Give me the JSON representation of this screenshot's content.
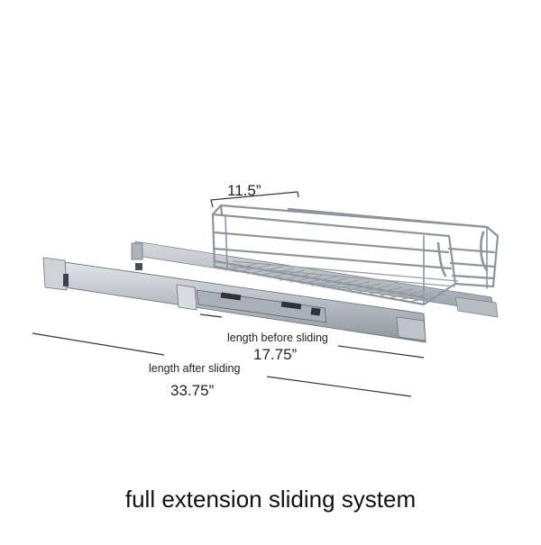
{
  "product": {
    "width_dim": "11.5”",
    "length_before_label": "length before sliding",
    "length_before_value": "17.75”",
    "length_after_label": "length after sliding",
    "length_after_value": "33.75”",
    "caption": "full extension sliding system"
  },
  "colors": {
    "background": "#ffffff",
    "chrome": "#9aa0a8",
    "rail_metal": "#c7ccd2",
    "dimension_line": "#333333"
  }
}
